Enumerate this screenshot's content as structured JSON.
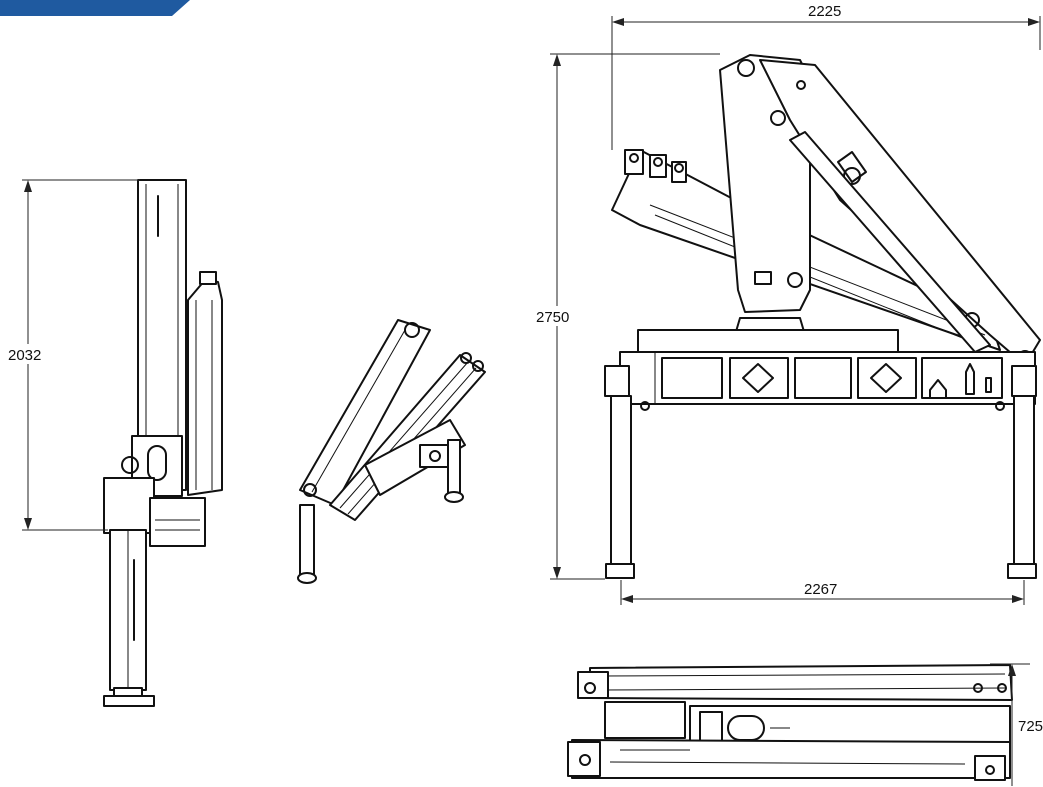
{
  "brand": {
    "accent_color": "#1f5aa0"
  },
  "dimensions": {
    "side_height": "2032",
    "front_width_top": "2225",
    "front_height": "2750",
    "front_width_bottom": "2267",
    "top_view_height": "725"
  },
  "views": [
    "side-view",
    "isometric-view",
    "front-view",
    "top-view"
  ]
}
